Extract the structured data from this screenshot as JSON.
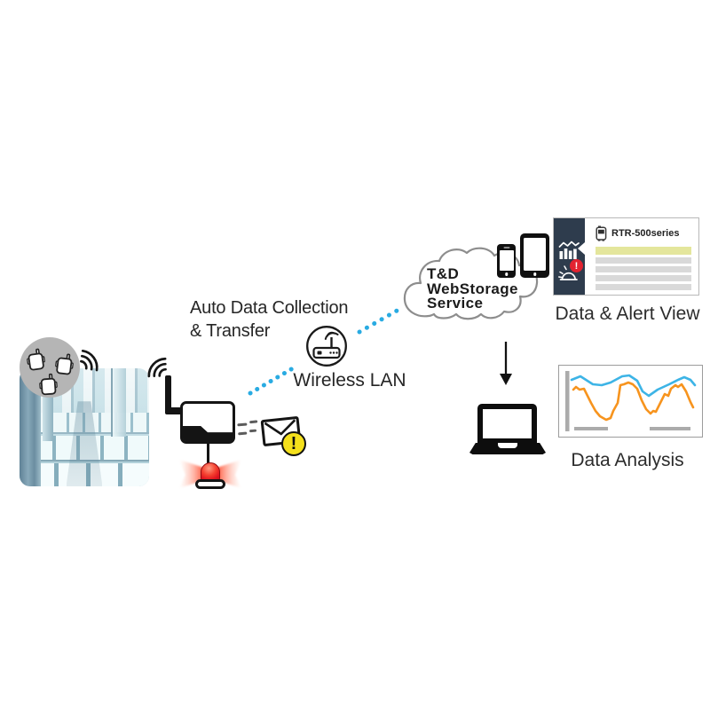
{
  "labels": {
    "auto_collection_1": "Auto Data Collection",
    "auto_collection_2": "& Transfer",
    "wireless_lan": "Wireless LAN",
    "cloud_1": "T&D",
    "cloud_2": "WebStorage",
    "cloud_3": "Service",
    "data_alert_view": "Data & Alert View",
    "data_analysis": "Data Analysis"
  },
  "alert_panel": {
    "device_name": "RTR-500series",
    "alert_badge_mark": "!",
    "rows": {
      "highlight_count": 1,
      "gray_count": 4
    }
  },
  "email_alert": {
    "warning_mark": "!"
  },
  "colors": {
    "link_dotted_blue": "#29abe2",
    "panel_sidebar_navy": "#2e3c4d",
    "row_highlight_yellow": "#e4e69c",
    "row_gray": "#d9d9d9",
    "alert_badge_red": "#e32330",
    "warning_yellow": "#f4e01c",
    "siren_red": "#ed1c24",
    "chart_line_blue": "#3db4e6",
    "chart_line_orange": "#f7941e"
  },
  "icons": {
    "wifi_signal": "wifi-signal-icon",
    "data_logger": "data-logger-icon",
    "base_station": "base-station-icon",
    "alert_light": "alert-light-icon",
    "envelope": "envelope-icon",
    "warning": "warning-icon",
    "wireless_router": "wireless-router-icon",
    "cloud": "cloud-icon",
    "smartphone": "smartphone-icon",
    "tablet": "tablet-icon",
    "bar_chart": "bar-chart-icon",
    "alarm": "alarm-icon",
    "down_arrow": "down-arrow-icon",
    "laptop": "laptop-icon"
  },
  "chart_data": {
    "type": "line",
    "context": "Data Analysis thumbnail graph",
    "legend": "none",
    "series": [
      {
        "name": "upper-blue",
        "color": "#3db4e6",
        "points": [
          [
            14,
            16
          ],
          [
            24,
            12
          ],
          [
            38,
            21
          ],
          [
            48,
            22
          ],
          [
            58,
            19
          ],
          [
            71,
            12
          ],
          [
            79,
            11
          ],
          [
            88,
            17
          ],
          [
            94,
            29
          ],
          [
            101,
            34
          ],
          [
            111,
            27
          ],
          [
            124,
            21
          ],
          [
            134,
            16
          ],
          [
            141,
            13
          ],
          [
            148,
            16
          ],
          [
            153,
            22
          ]
        ]
      },
      {
        "name": "lower-orange",
        "color": "#f7941e",
        "points": [
          [
            16,
            27
          ],
          [
            19,
            24
          ],
          [
            23,
            27
          ],
          [
            28,
            26
          ],
          [
            31,
            32
          ],
          [
            36,
            42
          ],
          [
            41,
            51
          ],
          [
            46,
            57
          ],
          [
            53,
            61
          ],
          [
            58,
            59
          ],
          [
            61,
            51
          ],
          [
            66,
            42
          ],
          [
            69,
            22
          ],
          [
            73,
            21
          ],
          [
            78,
            19
          ],
          [
            83,
            21
          ],
          [
            88,
            26
          ],
          [
            93,
            39
          ],
          [
            98,
            49
          ],
          [
            103,
            54
          ],
          [
            106,
            51
          ],
          [
            109,
            52
          ],
          [
            114,
            42
          ],
          [
            119,
            32
          ],
          [
            123,
            34
          ],
          [
            126,
            26
          ],
          [
            131,
            22
          ],
          [
            134,
            24
          ],
          [
            138,
            21
          ],
          [
            143,
            29
          ],
          [
            148,
            41
          ],
          [
            151,
            47
          ]
        ]
      }
    ],
    "axes": {
      "y_bar": true,
      "x_segments": [
        [
          17,
          55
        ],
        [
          102,
          148
        ]
      ],
      "baseline_y": 69
    }
  }
}
